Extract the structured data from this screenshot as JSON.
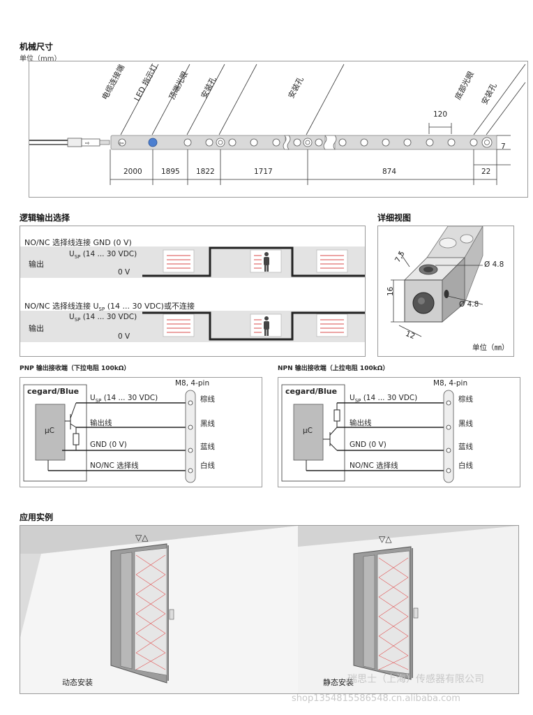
{
  "mech": {
    "title": "机械尺寸",
    "unit": "单位（mm）",
    "callouts": [
      "电缆连接端",
      "LED 指示灯",
      "顶端光眼",
      "安装孔",
      "安装孔",
      "底部光眼",
      "安装孔"
    ],
    "dims": [
      "2000",
      "1895",
      "1822",
      "1717",
      "874",
      "22"
    ],
    "pitch": "120",
    "height": "7"
  },
  "logic": {
    "title": "逻辑输出选择",
    "row1_cond": "NO/NC 选择线连接 GND (0 V)",
    "row2_cond_a": "NO/NC 选择线连接 U",
    "row2_cond_sub": "SP",
    "row2_cond_b": " (14 ... 30 VDC)或不连接",
    "output": "输出",
    "usp_a": "U",
    "usp_sub": "SP",
    "usp_b": " (14 ... 30 VDC)",
    "zero_v": "0 V"
  },
  "detail": {
    "title": "详细视图",
    "dim_75": "7,5",
    "dim_16": "16",
    "dim_12": "12",
    "dia1": "Ø 4.8",
    "dia2": "Ø 4.8",
    "unit": "单位（㎜）"
  },
  "pnp": {
    "title": "PNP 输出接收端（下拉电阻 100kΩ）",
    "brand": "cegard/Blue",
    "mcu": "µC",
    "connector": "M8, 4-pin",
    "lines": [
      {
        "a": "U",
        "sub": "SP",
        "b": " (14 ... 30 VDC)",
        "color": "棕线"
      },
      {
        "a": "输出线",
        "sub": "",
        "b": "",
        "color": "黑线"
      },
      {
        "a": "GND (0 V)",
        "sub": "",
        "b": "",
        "color": "蓝线"
      },
      {
        "a": "NO/NC 选择线",
        "sub": "",
        "b": "",
        "color": "白线"
      }
    ]
  },
  "npn": {
    "title": "NPN 输出接收端（上拉电阻 100kΩ）",
    "brand": "cegard/Blue",
    "mcu": "µC",
    "connector": "M8, 4-pin",
    "lines": [
      {
        "a": "U",
        "sub": "SP",
        "b": " (14 ... 30 VDC)",
        "color": "棕线"
      },
      {
        "a": "输出线",
        "sub": "",
        "b": "",
        "color": "黑线"
      },
      {
        "a": "GND (0 V)",
        "sub": "",
        "b": "",
        "color": "蓝线"
      },
      {
        "a": "NO/NC 选择线",
        "sub": "",
        "b": "",
        "color": "白线"
      }
    ]
  },
  "app": {
    "title": "应用实例",
    "dynamic": "动态安装",
    "static": "静态安装",
    "arrows": "▽△"
  },
  "watermark": {
    "company": "瑞思士（上海）传感器有限公司",
    "shop": "shop1354815586548.cn.alibaba.com"
  }
}
